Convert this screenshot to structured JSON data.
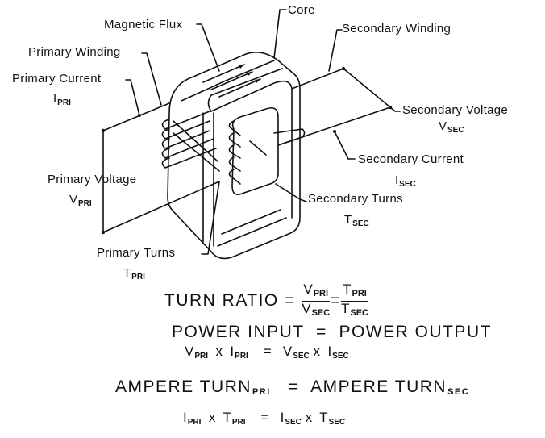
{
  "diagram": {
    "title": "Transformer",
    "labels": {
      "magnetic_flux": "Magnetic Flux",
      "core": "Core",
      "primary_winding": "Primary Winding",
      "secondary_winding": "Secondary Winding",
      "primary_current": "Primary Current",
      "primary_current_symbol": "I",
      "primary_voltage": "Primary Voltage",
      "primary_voltage_symbol": "V",
      "primary_turns": "Primary Turns",
      "primary_turns_symbol": "T",
      "secondary_voltage": "Secondary Voltage",
      "secondary_voltage_symbol": "V",
      "secondary_current": "Secondary Current",
      "secondary_current_symbol": "I",
      "secondary_turns": "Secondary Turns",
      "secondary_turns_symbol": "T",
      "pri": "PRI",
      "sec": "SEC"
    },
    "equations": {
      "turn_ratio_label": "TURN RATIO",
      "equals": "=",
      "v": "V",
      "t": "T",
      "i": "I",
      "times": "x",
      "power_input": "POWER INPUT",
      "power_output": "POWER OUTPUT",
      "ampere_turn": "AMPERE TURN"
    }
  }
}
